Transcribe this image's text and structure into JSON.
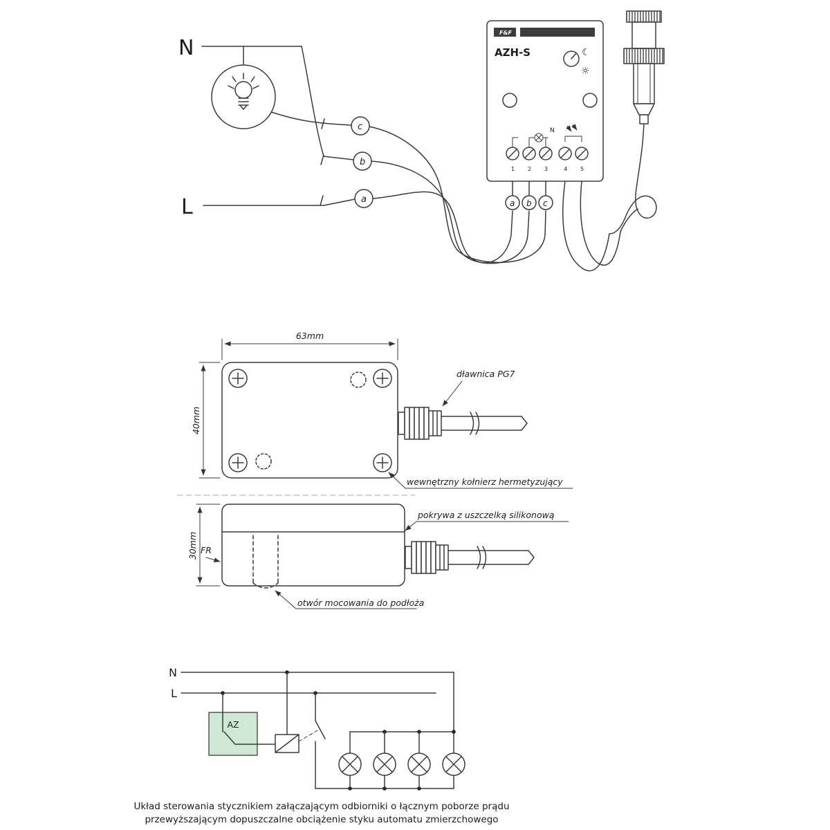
{
  "wiring": {
    "n": "N",
    "l": "L",
    "connector_labels": [
      "c",
      "b",
      "a"
    ],
    "device": {
      "brand": "F&F",
      "model": "AZH-S",
      "dial_moon": "☾",
      "dial_sun": "☼",
      "terminal_n": "N",
      "terminal_numbers": [
        "1",
        "2",
        "3",
        "4",
        "5"
      ],
      "terminal_letters": [
        "a",
        "b",
        "c"
      ]
    }
  },
  "dims": {
    "width": "63mm",
    "height": "40mm",
    "depth": "30mm",
    "fr": "FR",
    "gland": "dławnica PG7",
    "collar": "wewnętrzny kołnierz hermetyzujący",
    "cover": "pokrywa z uszczelką silikonową",
    "hole": "otwór mocowania do podłoża"
  },
  "schematic": {
    "n": "N",
    "l": "L",
    "device": "AZ",
    "caption1": "Układ sterowania stycznikiem załączającym odbiorniki o łącznym poborze prądu",
    "caption2": "przewyższającym dopuszczalne obciążenie styku automatu zmierzchowego",
    "colors": {
      "device_fill": "#cfe8d5"
    }
  }
}
